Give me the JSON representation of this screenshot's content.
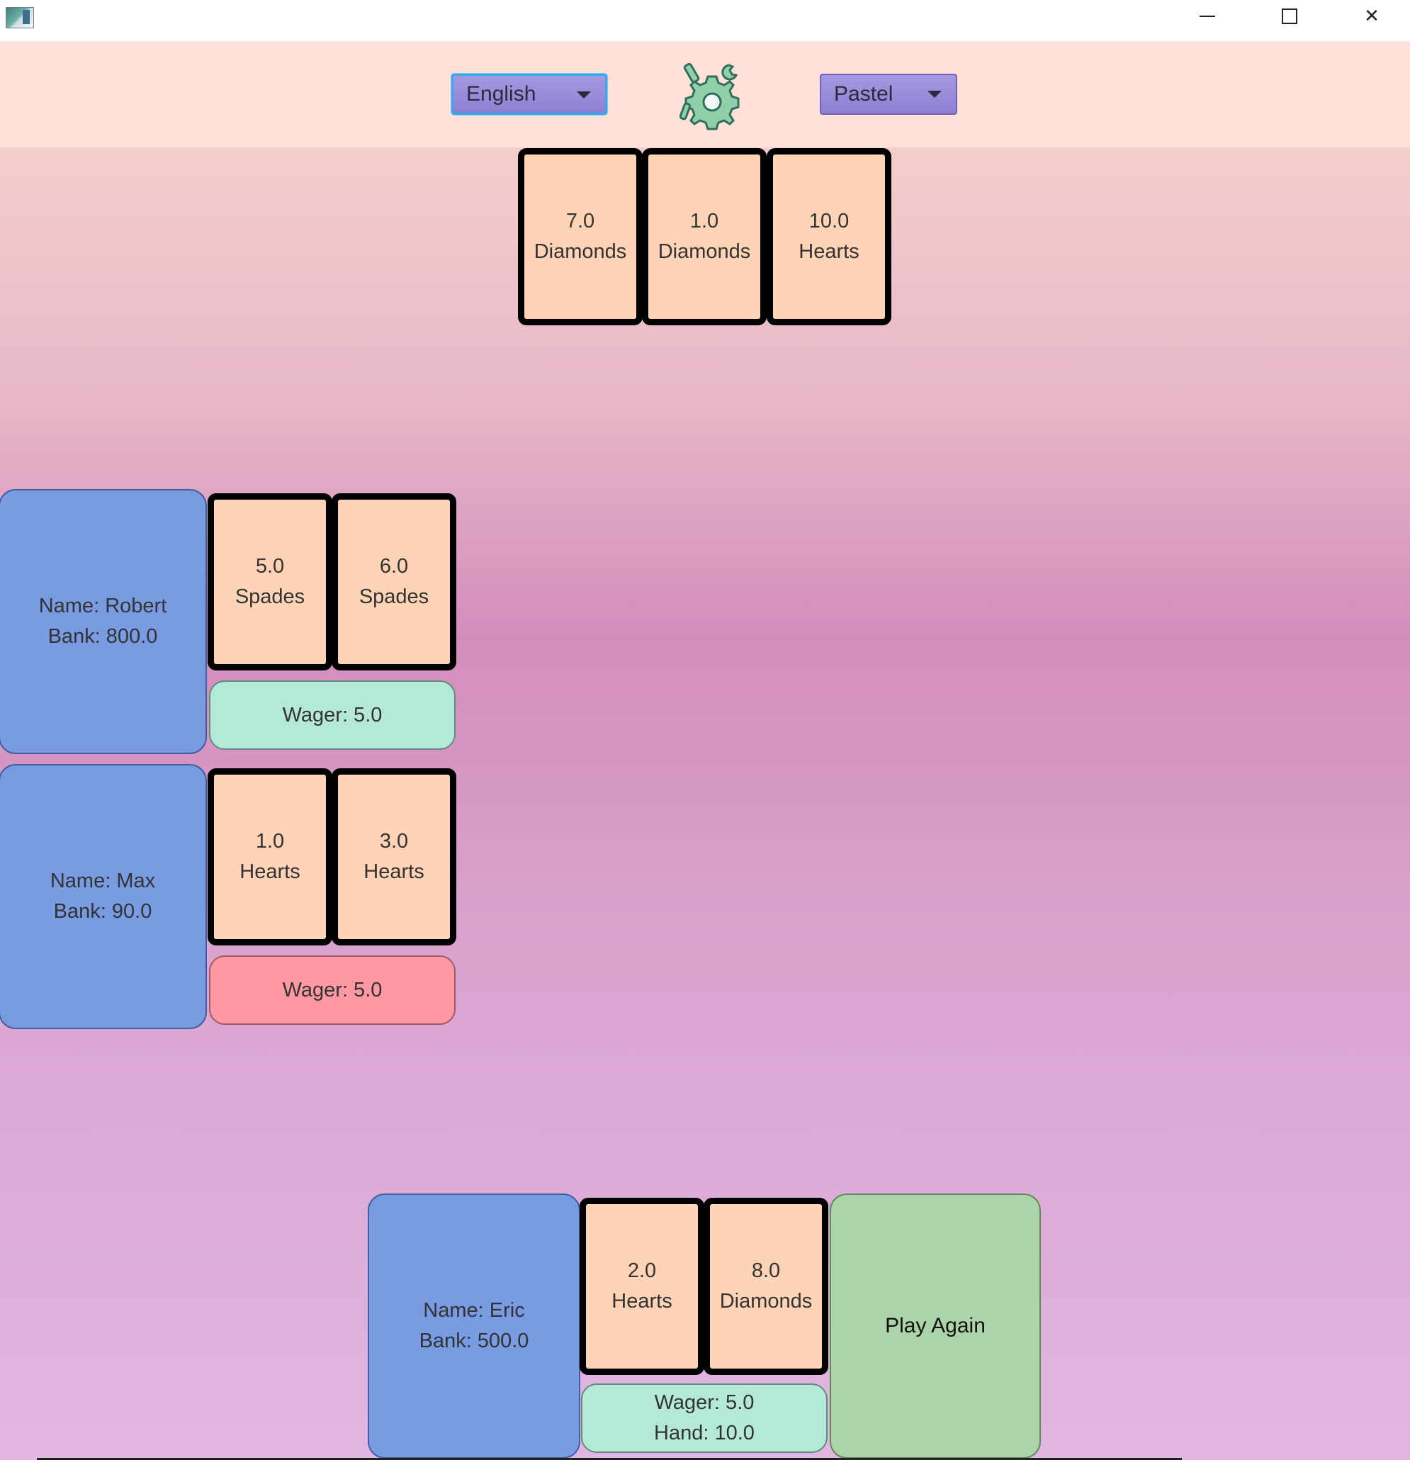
{
  "window": {
    "minimize_glyph": "minimize-icon",
    "maximize_glyph": "maximize-icon",
    "close_glyph": "✕"
  },
  "header": {
    "language": {
      "selected": "English"
    },
    "theme": {
      "selected": "Pastel"
    },
    "settings_icon": "gear-wrench-icon"
  },
  "dealer": {
    "cards": [
      {
        "value": "7.0",
        "suit": "Diamonds"
      },
      {
        "value": "1.0",
        "suit": "Diamonds"
      },
      {
        "value": "10.0",
        "suit": "Hearts"
      }
    ]
  },
  "players": [
    {
      "name_line": "Name: Robert",
      "bank_line": "Bank: 800.0",
      "cards": [
        {
          "value": "5.0",
          "suit": "Spades"
        },
        {
          "value": "6.0",
          "suit": "Spades"
        }
      ],
      "wager_line": "Wager: 5.0",
      "result_color": "#b3e9d6"
    },
    {
      "name_line": "Name: Max",
      "bank_line": "Bank: 90.0",
      "cards": [
        {
          "value": "1.0",
          "suit": "Hearts"
        },
        {
          "value": "3.0",
          "suit": "Hearts"
        }
      ],
      "wager_line": "Wager: 5.0",
      "result_color": "#ff98a3"
    }
  ],
  "user": {
    "name_line": "Name: Eric",
    "bank_line": "Bank: 500.0",
    "cards": [
      {
        "value": "2.0",
        "suit": "Hearts"
      },
      {
        "value": "8.0",
        "suit": "Diamonds"
      }
    ],
    "wager_line": "Wager: 5.0",
    "hand_line": "Hand: 10.0",
    "play_again_label": "Play Again"
  },
  "colors": {
    "card": "#ffd3b5",
    "player_box": "#789be2",
    "play_again": "#add4a8",
    "header": "#ffe1d8"
  }
}
